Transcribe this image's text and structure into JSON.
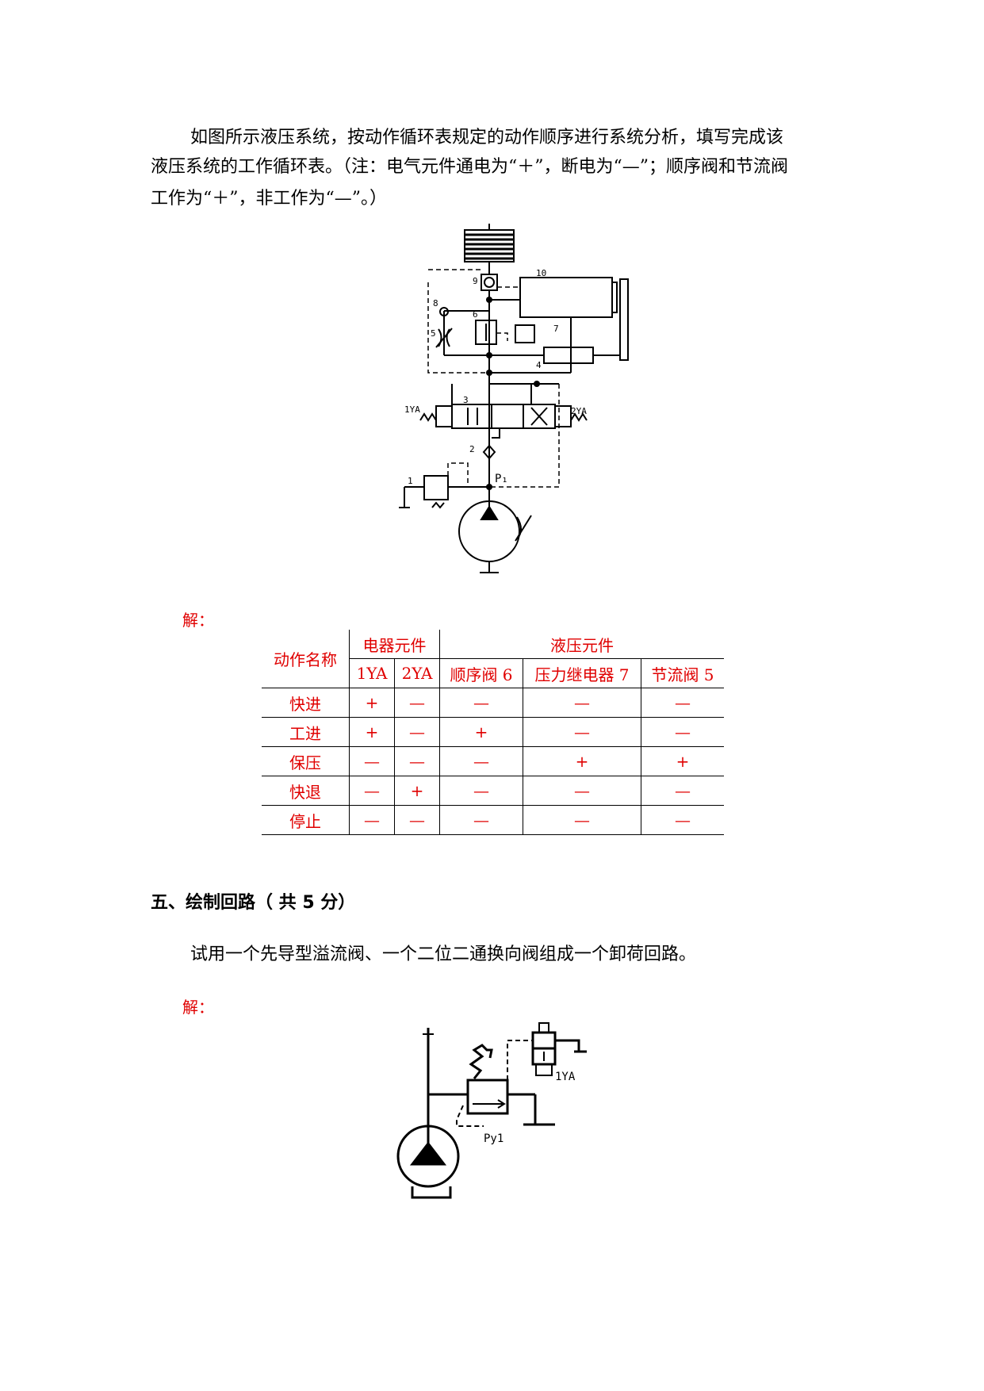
{
  "problem4": {
    "line1": "如图所示液压系统，按动作循环表规定的动作顺序进行系统分析，填写完成该",
    "line2": "液压系统的工作循环表。（注：电气元件通电为“＋”，断电为“—”；顺序阀和节流阀",
    "line3": "工作为“＋”，非工作为“—”。）"
  },
  "diagram1": {
    "labels": {
      "n10": "10",
      "n9": "9",
      "n8": "8",
      "n6": "6",
      "n7": "7",
      "n5": "5",
      "n4": "4",
      "n3": "3",
      "n2": "2",
      "n1": "1",
      "ya1": "1YA",
      "ya2": "2YA",
      "p1": "P₁"
    }
  },
  "answer_label": "解：",
  "table": {
    "header_action": "动作名称",
    "group_electric": "电器元件",
    "group_hydraulic": "液压元件",
    "columns": [
      "1YA",
      "2YA",
      "顺序阀 6",
      "压力继电器 7",
      "节流阀 5"
    ],
    "rows": [
      {
        "name": "快进",
        "cells": [
          "+",
          "—",
          "—",
          "—",
          "—"
        ]
      },
      {
        "name": "工进",
        "cells": [
          "+",
          "—",
          "+",
          "—",
          "—"
        ]
      },
      {
        "name": "保压",
        "cells": [
          "—",
          "—",
          "—",
          "+",
          "+"
        ]
      },
      {
        "name": "快退",
        "cells": [
          "—",
          "+",
          "—",
          "—",
          "—"
        ]
      },
      {
        "name": "停止",
        "cells": [
          "—",
          "—",
          "—",
          "—",
          "—"
        ]
      }
    ]
  },
  "section5": {
    "title": "五、绘制回路（ 共 5 分）",
    "question": "试用一个先导型溢流阀、一个二位二通换向阀组成一个卸荷回路。"
  },
  "diagram2": {
    "labels": {
      "ya1": "1YA",
      "py1": "Py1"
    }
  }
}
